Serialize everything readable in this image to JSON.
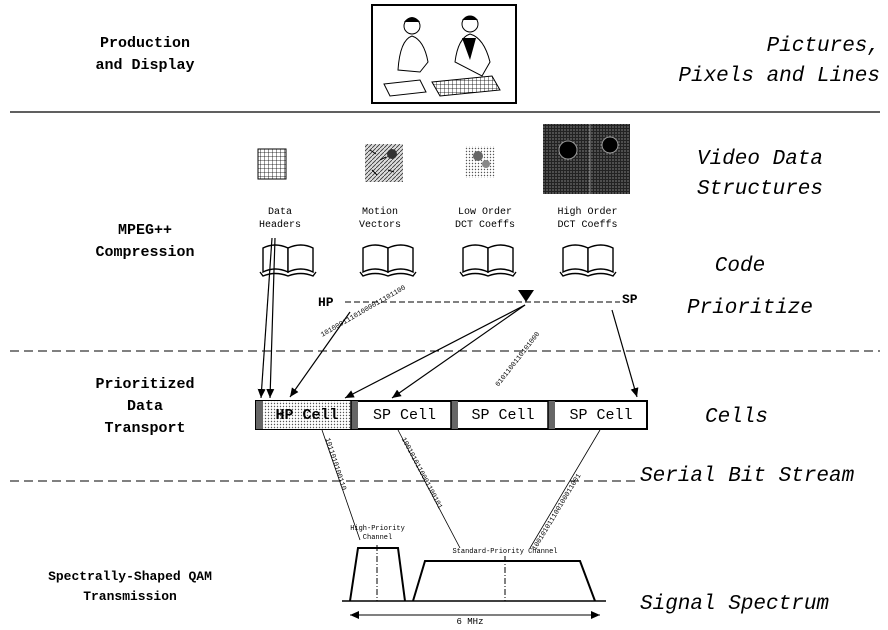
{
  "layers": [
    {
      "left": "Production\nand Display",
      "right": "Pictures,\nPixels and Lines"
    },
    {
      "left": "MPEG++\nCompression",
      "right_top": "Video Data\nStructures",
      "right_mid": "Code",
      "right_bottom": "Prioritize"
    },
    {
      "left": "Prioritized\nData\nTransport",
      "right": "Cells",
      "right2": "Serial Bit Stream"
    },
    {
      "left": "Spectrally-Shaped QAM\nTransmission",
      "right": "Signal Spectrum"
    }
  ],
  "structures": [
    {
      "label": "Data\nHeaders"
    },
    {
      "label": "Motion\nVectors"
    },
    {
      "label": "Low Order\nDCT Coeffs"
    },
    {
      "label": "High Order\nDCT Coeffs"
    }
  ],
  "priority": {
    "hp": "HP",
    "sp": "SP"
  },
  "bitstreams": {
    "a": "10100011101000011101100",
    "b": "0101100110101000",
    "c": "1011010100110",
    "d": "1001010110001100101",
    "e": "100101011100100011001"
  },
  "cells": [
    "HP Cell",
    "SP Cell",
    "SP Cell",
    "SP Cell"
  ],
  "spectrum": {
    "hp_channel": "High-Priority\nChannel",
    "sp_channel": "Standard-Priority Channel",
    "bandwidth": "6 MHz"
  }
}
